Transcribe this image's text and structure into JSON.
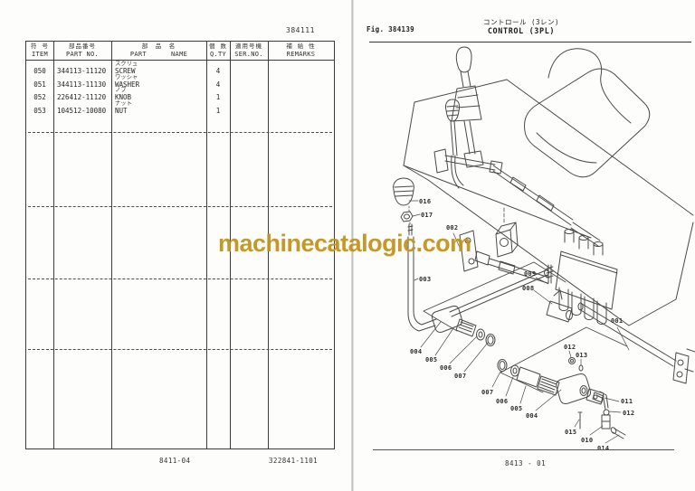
{
  "watermark": {
    "text": "machinecatalogic.com",
    "color": "#c4941c"
  },
  "left_page": {
    "page_number": "384111",
    "table": {
      "columns": [
        {
          "jp": "符 号",
          "en": "ITEM"
        },
        {
          "jp": "部品番号",
          "en": "PART NO."
        },
        {
          "jp": "部　品　名",
          "en": "PART      NAME"
        },
        {
          "jp": "個 数",
          "en": "Q.TY"
        },
        {
          "jp": "適用号機",
          "en": "SER.NO."
        },
        {
          "jp": "補 給 性",
          "en": "REMARKS"
        }
      ],
      "rows": [
        {
          "item": "050",
          "part_no": "344113-11120",
          "name_jp": "スクリュ",
          "name": "SCREW",
          "qty": "4"
        },
        {
          "item": "051",
          "part_no": "344113-11130",
          "name_jp": "ワッシャ",
          "name": "WASHER",
          "qty": "4"
        },
        {
          "item": "052",
          "part_no": "226412-11120",
          "name_jp": "ノブ",
          "name": "KNOB",
          "qty": "1"
        },
        {
          "item": "053",
          "part_no": "104512-10080",
          "name_jp": "ナット",
          "name": "NUT",
          "qty": "1"
        }
      ]
    },
    "footer_left": "8411-04",
    "footer_right": "322841-1101"
  },
  "right_page": {
    "fig_label": "Fig. 384139",
    "title_jp": "コントロール (3レン)",
    "title_en": "CONTROL (3PL)",
    "footer": "8413 - 01",
    "part_labels": {
      "l001": "001",
      "l002": "002",
      "l003": "003",
      "l004a": "004",
      "l004b": "004",
      "l005a": "005",
      "l005b": "005",
      "l006a": "006",
      "l006b": "006",
      "l007a": "007",
      "l007b": "007",
      "l008": "008",
      "l009": "009",
      "l010": "010",
      "l011": "011",
      "l012a": "012",
      "l012b": "012",
      "l013": "013",
      "l014": "014",
      "l015": "015",
      "l016": "016",
      "l017": "017"
    }
  }
}
